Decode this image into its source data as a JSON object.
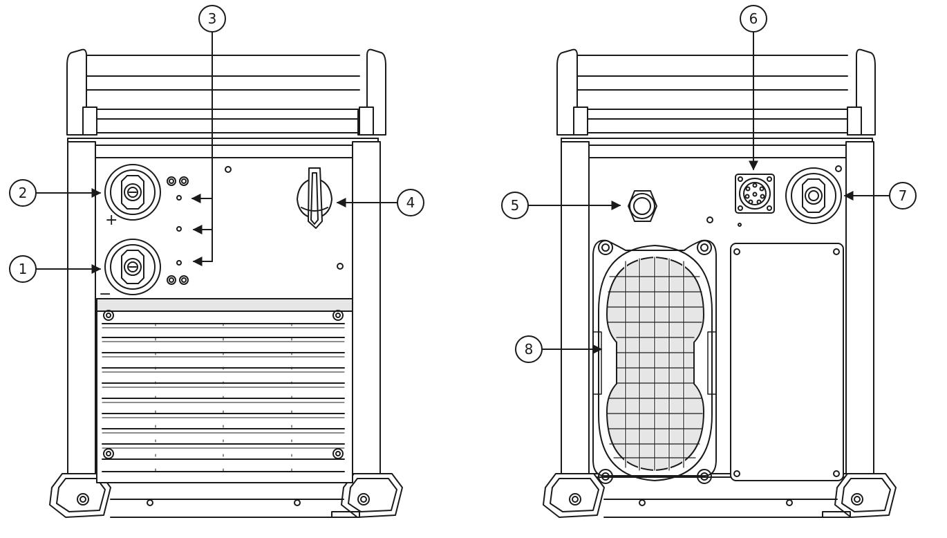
{
  "callouts": [
    {
      "id": "1",
      "label": "1"
    },
    {
      "id": "2",
      "label": "2"
    },
    {
      "id": "3",
      "label": "3"
    },
    {
      "id": "4",
      "label": "4"
    },
    {
      "id": "5",
      "label": "5"
    },
    {
      "id": "6",
      "label": "6"
    },
    {
      "id": "7",
      "label": "7"
    },
    {
      "id": "8",
      "label": "8"
    }
  ],
  "front_unit": {
    "polarity_plus": "+",
    "polarity_minus": "−"
  },
  "colors": {
    "stroke": "#1a1a1a",
    "fill": "#ffffff",
    "shade": "#e6e6e6"
  }
}
